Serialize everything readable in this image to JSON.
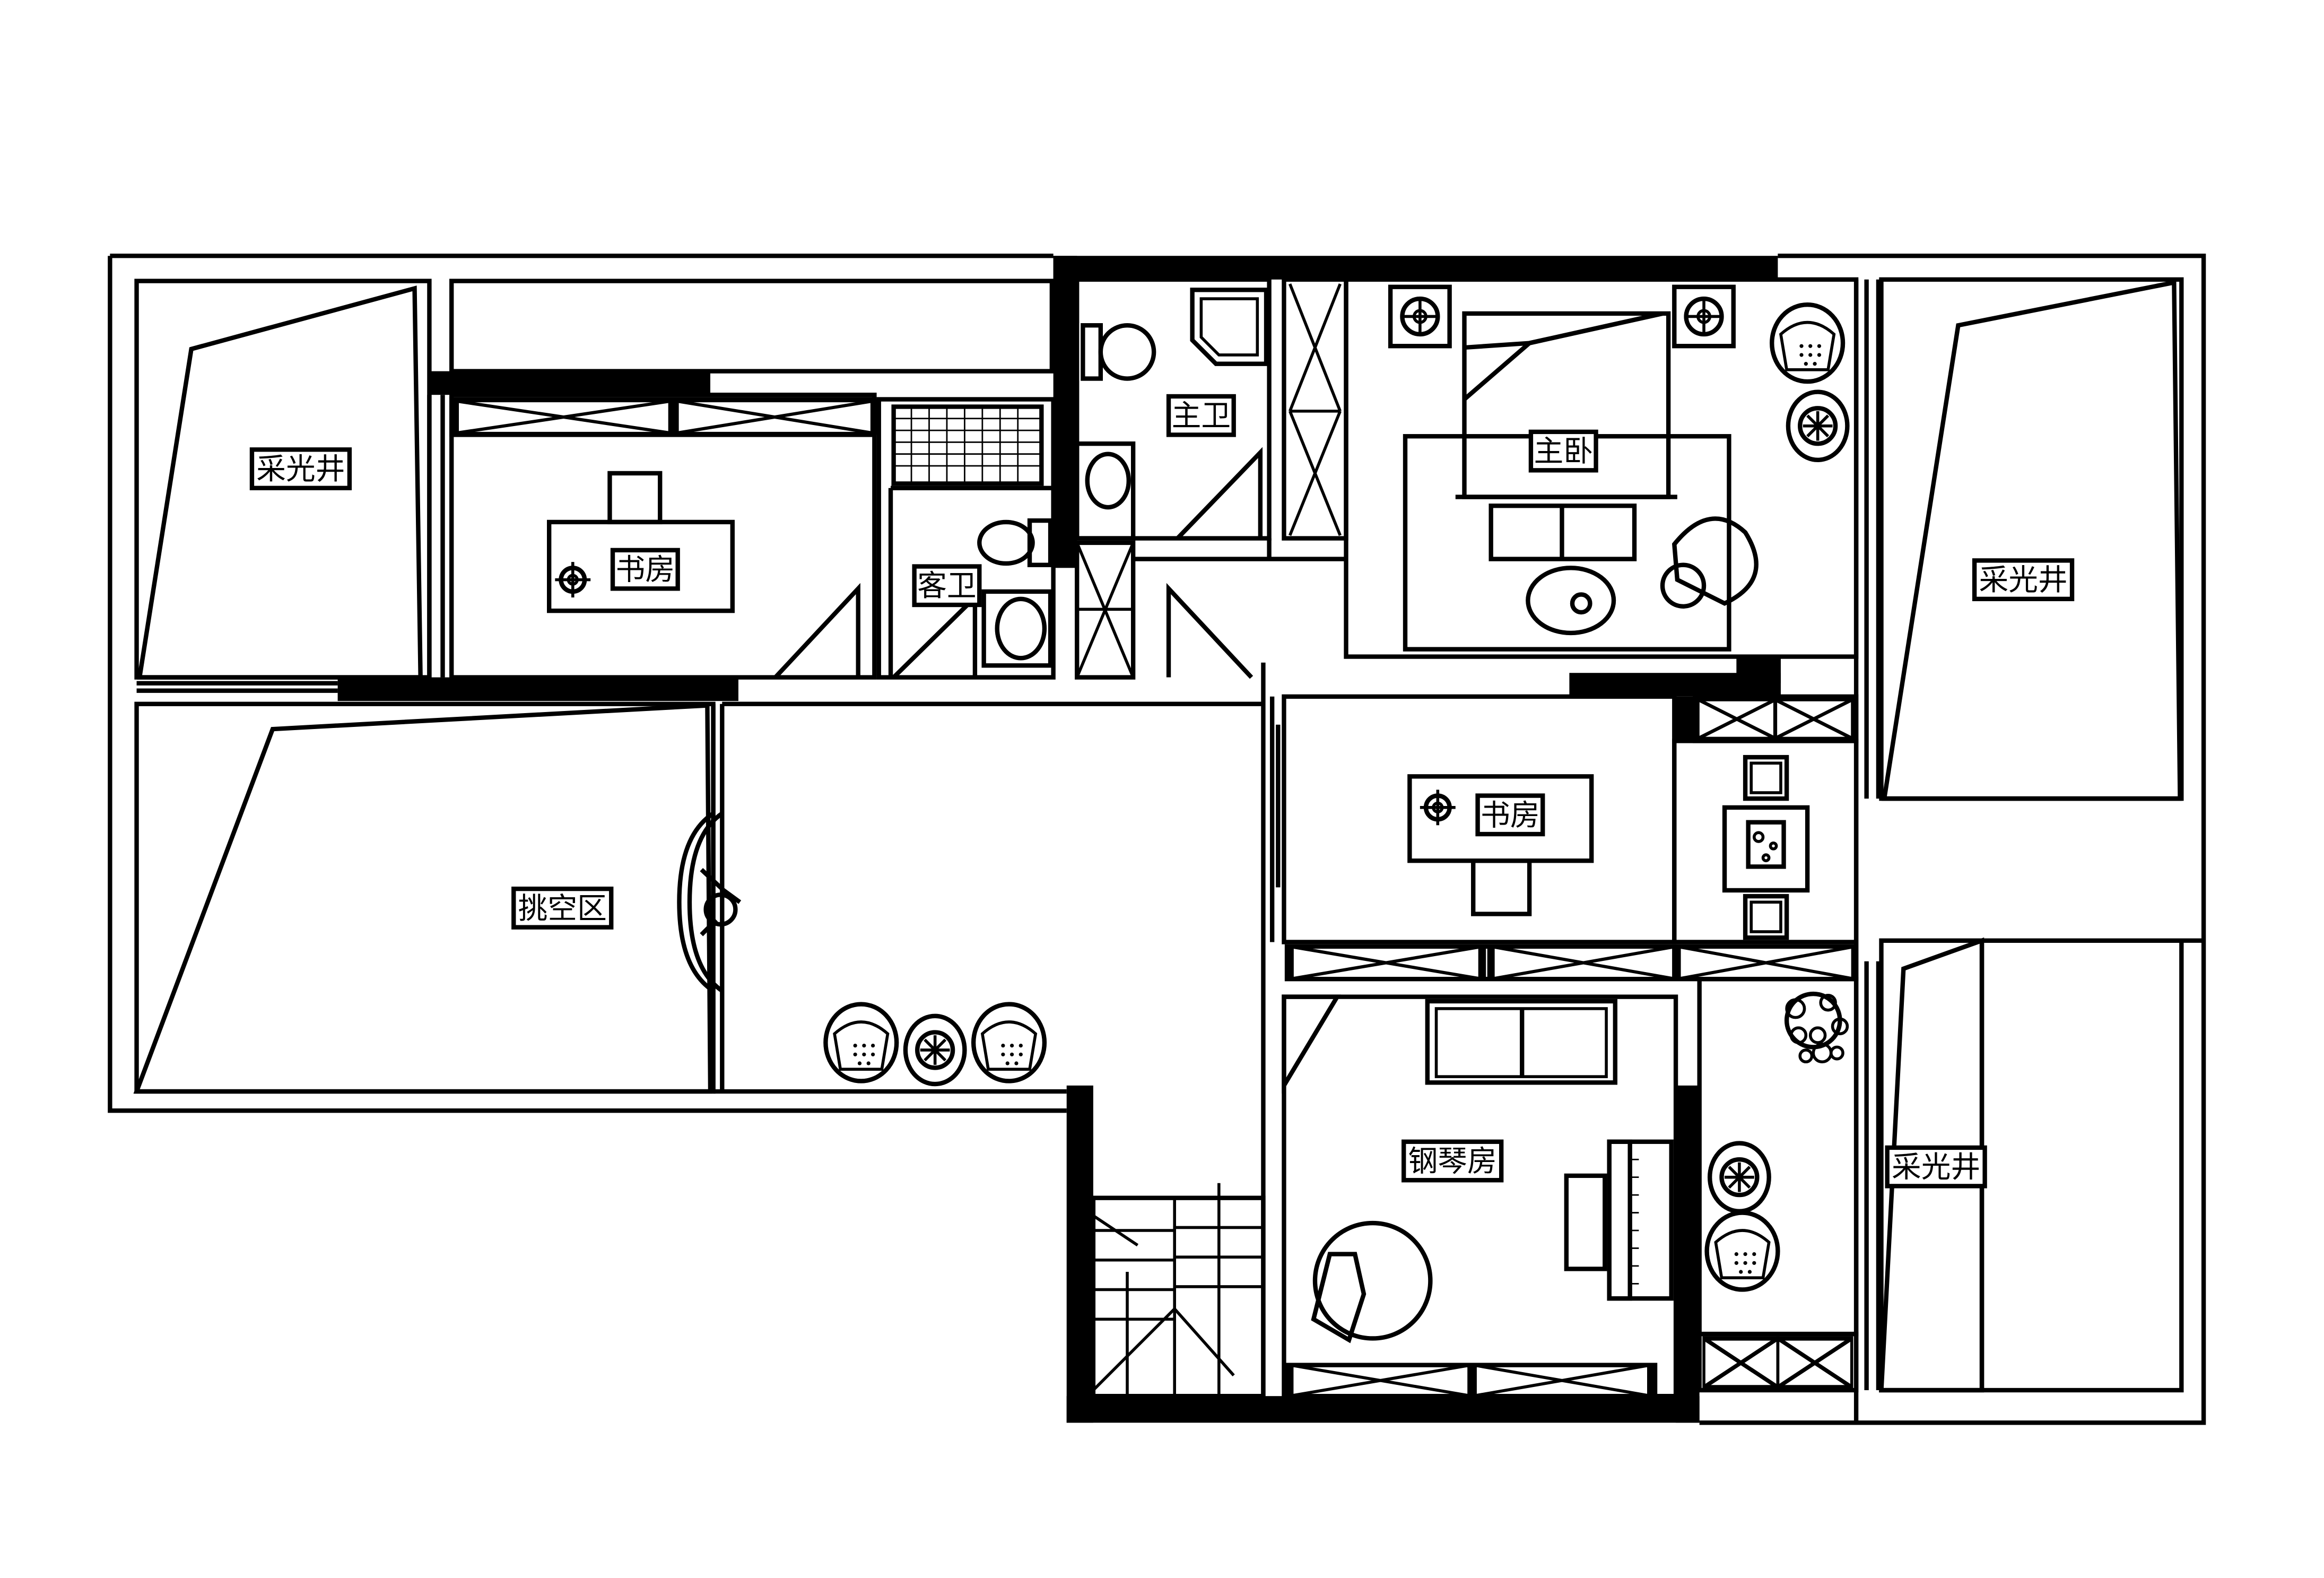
{
  "rooms": {
    "skylight_1": "采光井",
    "study_1": "书房",
    "guest_bath": "客卫",
    "master_bath": "主卫",
    "master_bedroom": "主卧",
    "skylight_2": "采光井",
    "void_area": "挑空区",
    "study_2": "书房",
    "piano_room": "钢琴房",
    "skylight_3": "采光井"
  }
}
